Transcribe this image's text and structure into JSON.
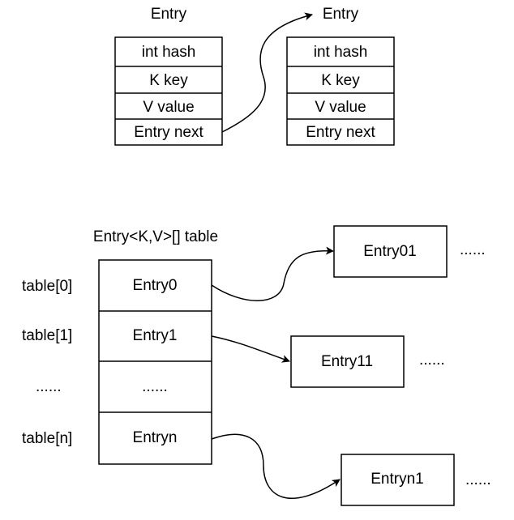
{
  "entry_structs": [
    {
      "title": "Entry",
      "fields": [
        "int hash",
        "K key",
        "V value",
        "Entry next"
      ]
    },
    {
      "title": "Entry",
      "fields": [
        "int hash",
        "K key",
        "V value",
        "Entry next"
      ]
    }
  ],
  "table": {
    "title": "Entry<K,V>[] table",
    "rows": [
      {
        "index_label": "table[0]",
        "cell": "Entry0",
        "chain": "Entry01",
        "more": "......"
      },
      {
        "index_label": "table[1]",
        "cell": "Entry1",
        "chain": "Entry11",
        "more": "......"
      },
      {
        "index_label": "......",
        "cell": "......"
      },
      {
        "index_label": "table[n]",
        "cell": "Entryn",
        "chain": "Entryn1",
        "more": "......"
      }
    ]
  },
  "colors": {
    "stroke": "#000000",
    "background": "#ffffff",
    "text": "#000000"
  }
}
